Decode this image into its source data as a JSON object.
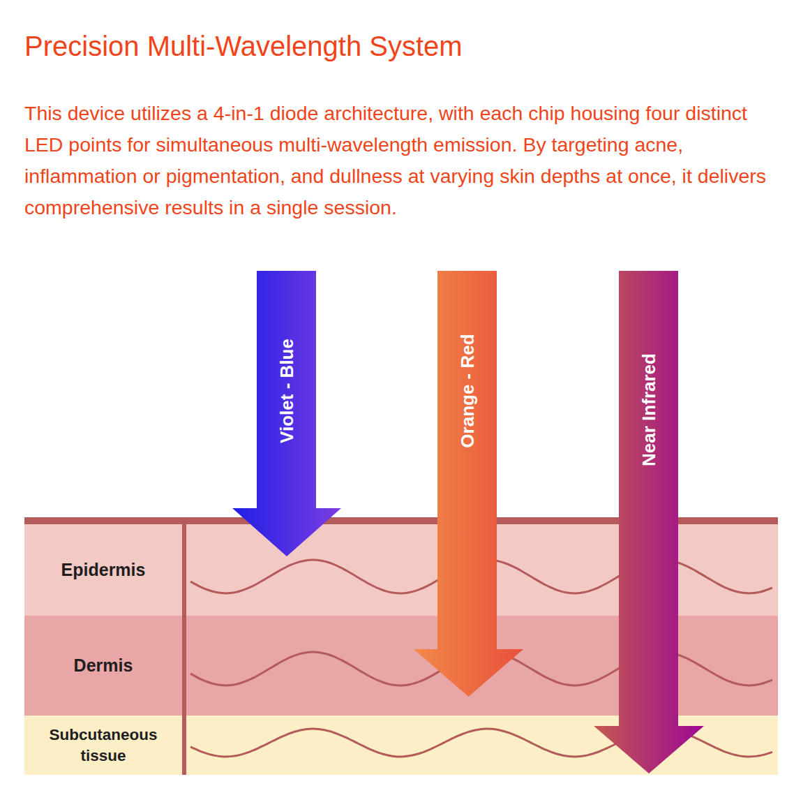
{
  "diagram": {
    "title": "Precision Multi-Wavelength System",
    "nodes": [
      {
        "text": [
          "Violet - Blue"
        ]
      },
      {
        "text": [
          "Orange - Red"
        ]
      },
      {
        "text": [
          "Near Infrared"
        ]
      },
      {
        "text": [
          "Epidermis"
        ]
      },
      {
        "text": [
          "Dermis"
        ]
      },
      {
        "text": [
          "Subcutaneous tissue"
        ]
      }
    ],
    "labels": [
      "This device utilizes a 4-in-1 diode architecture, with each chip housing four distinct LED points for simultaneous multi-wavelength emission. By targeting acne, inflammation or pigmentation, and dullness at varying skin depths at once, it delivers comprehensive results in a single session."
    ]
  }
}
